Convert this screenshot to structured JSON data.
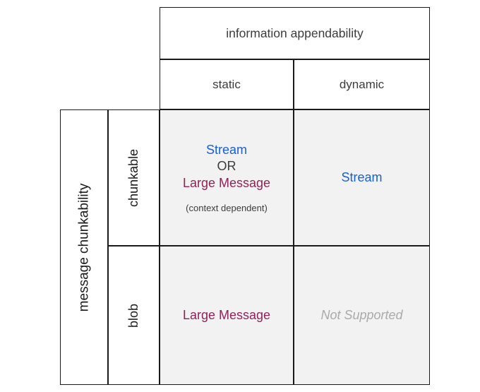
{
  "matrix": {
    "column_axis": {
      "title": "information appendability",
      "categories": [
        {
          "key": "static",
          "label": "static"
        },
        {
          "key": "dynamic",
          "label": "dynamic"
        }
      ]
    },
    "row_axis": {
      "title": "message chunkability",
      "categories": [
        {
          "key": "chunkable",
          "label": "chunkable"
        },
        {
          "key": "blob",
          "label": "blob"
        }
      ]
    },
    "cells": {
      "chunkable_static": {
        "primary": "Stream",
        "conjunction": "OR",
        "secondary": "Large Message",
        "note": "(context dependent)"
      },
      "chunkable_dynamic": {
        "primary": "Stream"
      },
      "blob_static": {
        "primary": "Large Message"
      },
      "blob_dynamic": {
        "primary": "Not Supported"
      }
    },
    "colors": {
      "stream": "#1a5fd0",
      "large_message": "#8c2457",
      "unsupported": "#aaaaaa",
      "text": "#3c3c3c",
      "border": "#1a1a1a",
      "cell_background": "#f2f2f2",
      "header_background": "#ffffff"
    }
  }
}
